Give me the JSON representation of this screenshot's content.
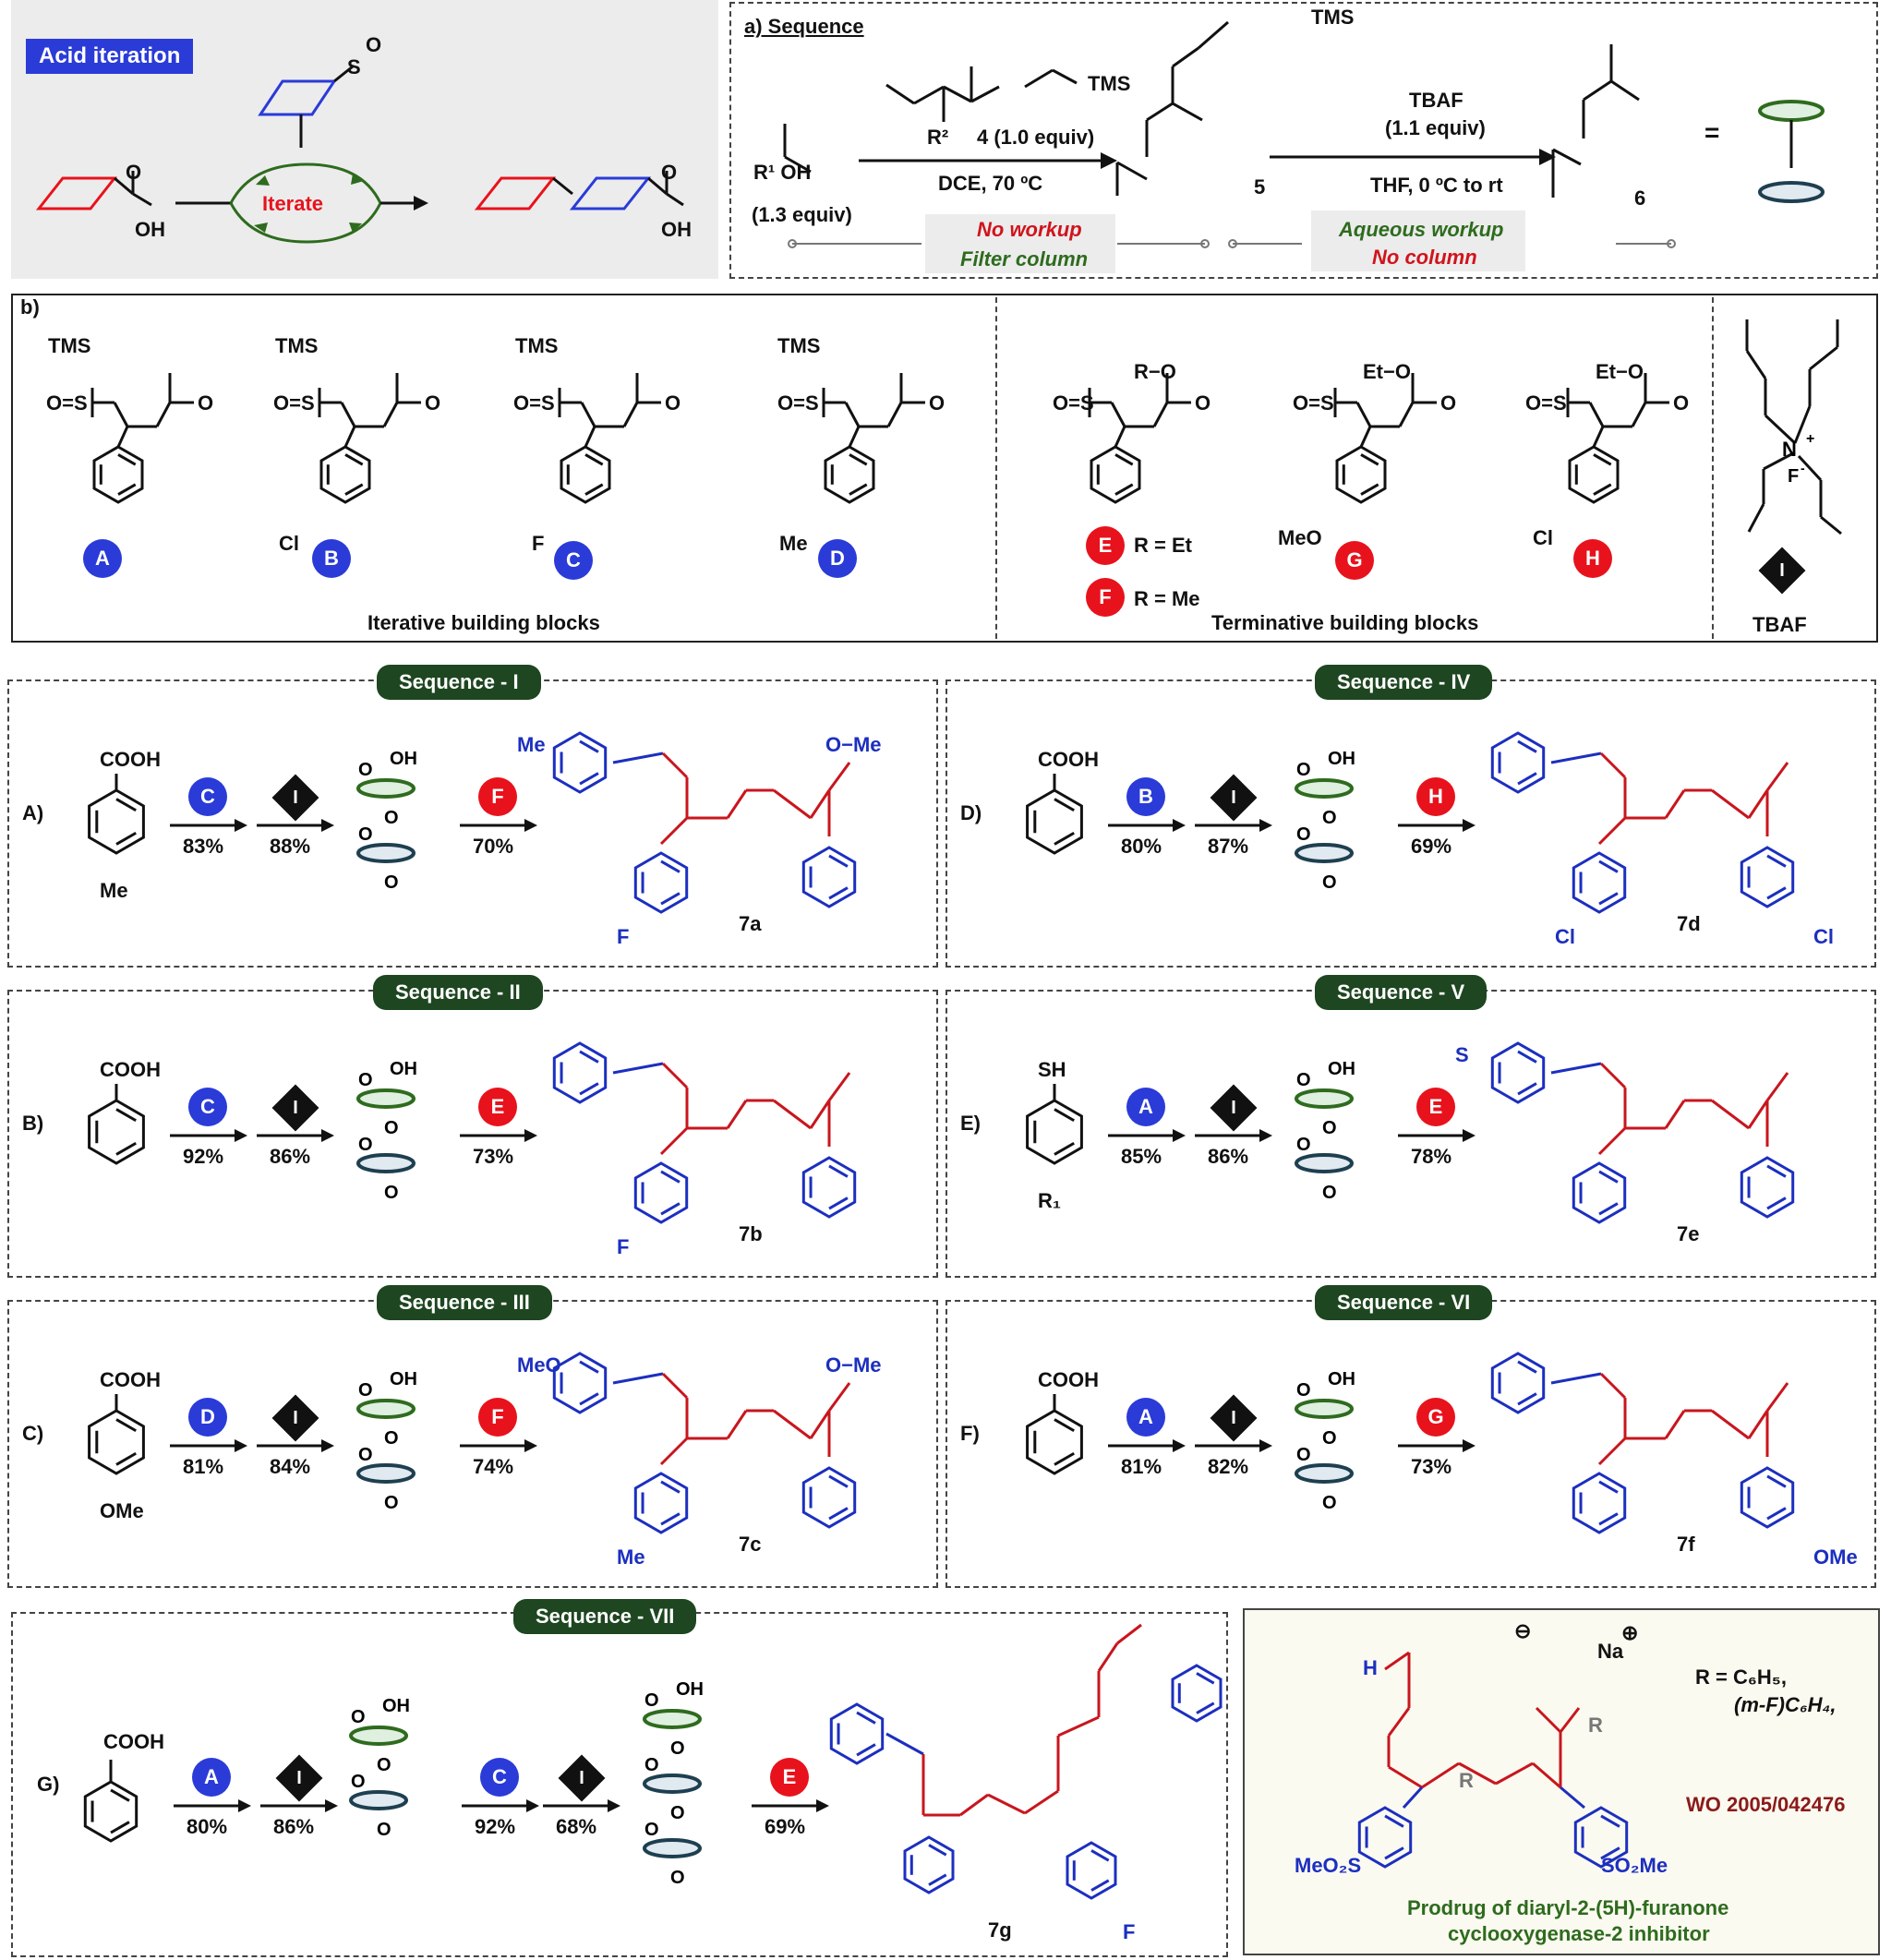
{
  "acid_iteration": {
    "title": "Acid iteration",
    "iterate_label": "Iterate",
    "oh": "OH",
    "o": "O",
    "s": "S"
  },
  "sequence_a": {
    "title": "a) Sequence",
    "r1oh": "R¹ OH",
    "equiv_acid": "(1.3 equiv)",
    "reagent4_label": "4  (1.0 equiv)",
    "reagent4_tms": "TMS",
    "reagent4_r2": "R²",
    "cond1": "DCE, 70 ºC",
    "cpd5": "5",
    "cpd5_tms": "TMS",
    "tbaf": "TBAF",
    "tbaf_equiv": "(1.1 equiv)",
    "cond2": "THF, 0 ºC to rt",
    "cpd6": "6",
    "no_workup": "No workup",
    "filter_column": "Filter column",
    "aqueous_workup": "Aqueous workup",
    "no_column": "No column",
    "equals": "="
  },
  "building_blocks": {
    "label": "b)",
    "iterative_caption": "Iterative building blocks",
    "terminative_caption": "Terminative building blocks",
    "tbaf_caption": "TBAF",
    "iterative": [
      {
        "letter": "A",
        "sub": ""
      },
      {
        "letter": "B",
        "sub": "Cl"
      },
      {
        "letter": "C",
        "sub": "F"
      },
      {
        "letter": "D",
        "sub": "Me"
      }
    ],
    "terminative": [
      {
        "letter": "E",
        "note": "R = Et"
      },
      {
        "letter": "F",
        "note": "R = Me"
      },
      {
        "letter": "G",
        "sub": "MeO"
      },
      {
        "letter": "H",
        "sub": "Cl"
      }
    ],
    "tbaf_letter": "I",
    "tms": "TMS",
    "oss": "O=S",
    "ro": "R−O",
    "eto": "Et−O"
  },
  "sequences": [
    {
      "pill": "Sequence - I",
      "row": "A)",
      "start_sub": "Me",
      "start_head": "COOH",
      "steps": [
        {
          "kind": "blue",
          "letter": "C",
          "yield": "83%"
        },
        {
          "kind": "black",
          "letter": "I",
          "yield": "88%"
        },
        {
          "kind": "red",
          "letter": "F",
          "yield": "70%"
        }
      ],
      "product": "7a",
      "ester": "O−Me",
      "left_sub": "Me",
      "aryl_sub": "F"
    },
    {
      "pill": "Sequence - II",
      "row": "B)",
      "start_sub": "",
      "start_head": "COOH",
      "steps": [
        {
          "kind": "blue",
          "letter": "C",
          "yield": "92%"
        },
        {
          "kind": "black",
          "letter": "I",
          "yield": "86%"
        },
        {
          "kind": "red",
          "letter": "E",
          "yield": "73%"
        }
      ],
      "product": "7b",
      "ester": "",
      "left_sub": "",
      "aryl_sub": "F"
    },
    {
      "pill": "Sequence - III",
      "row": "C)",
      "start_sub": "OMe",
      "start_head": "COOH",
      "steps": [
        {
          "kind": "blue",
          "letter": "D",
          "yield": "81%"
        },
        {
          "kind": "black",
          "letter": "I",
          "yield": "84%"
        },
        {
          "kind": "red",
          "letter": "F",
          "yield": "74%"
        }
      ],
      "product": "7c",
      "ester": "O−Me",
      "left_sub": "MeO",
      "aryl_sub": "Me"
    },
    {
      "pill": "Sequence - IV",
      "row": "D)",
      "start_sub": "",
      "start_head": "COOH",
      "steps": [
        {
          "kind": "blue",
          "letter": "B",
          "yield": "80%"
        },
        {
          "kind": "black",
          "letter": "I",
          "yield": "87%"
        },
        {
          "kind": "red",
          "letter": "H",
          "yield": "69%"
        }
      ],
      "product": "7d",
      "ester": "",
      "left_sub": "",
      "aryl_sub": "Cl",
      "aryl_sub2": "Cl"
    },
    {
      "pill": "Sequence - V",
      "row": "E)",
      "start_sub": "R₁",
      "start_head": "SH",
      "steps": [
        {
          "kind": "blue",
          "letter": "A",
          "yield": "85%"
        },
        {
          "kind": "black",
          "letter": "I",
          "yield": "86%"
        },
        {
          "kind": "red",
          "letter": "E",
          "yield": "78%"
        }
      ],
      "product": "7e",
      "ester": "",
      "left_sub": "S",
      "aryl_sub": ""
    },
    {
      "pill": "Sequence - VI",
      "row": "F)",
      "start_sub": "",
      "start_head": "COOH",
      "steps": [
        {
          "kind": "blue",
          "letter": "A",
          "yield": "81%"
        },
        {
          "kind": "black",
          "letter": "I",
          "yield": "82%"
        },
        {
          "kind": "red",
          "letter": "G",
          "yield": "73%"
        }
      ],
      "product": "7f",
      "ester": "",
      "left_sub": "",
      "aryl_sub": "",
      "aryl_sub2": "OMe"
    }
  ],
  "sequence_vii": {
    "pill": "Sequence - VII",
    "row": "G)",
    "start_head": "COOH",
    "steps": [
      {
        "kind": "blue",
        "letter": "A",
        "yield": "80%"
      },
      {
        "kind": "black",
        "letter": "I",
        "yield": "86%"
      },
      {
        "kind": "blue",
        "letter": "C",
        "yield": "92%"
      },
      {
        "kind": "black",
        "letter": "I",
        "yield": "68%"
      },
      {
        "kind": "red",
        "letter": "E",
        "yield": "69%"
      }
    ],
    "product": "7g",
    "aryl_sub": "F"
  },
  "prodrug": {
    "h": "H",
    "na": "Na",
    "plus": "⊕",
    "minus": "⊖",
    "r_def_1": "R = C₆H₅,",
    "r_def_2": "(m-F)C₆H₄,",
    "patent": "WO 2005/042476",
    "caption_1": "Prodrug of diaryl-2-(5H)-furanone",
    "caption_2": "cyclooxygenase-2 inhibitor",
    "meo2s": "MeO₂S",
    "so2me": "SO₂Me",
    "r": "R"
  },
  "colors": {
    "iterative": "#2a3bd8",
    "terminative": "#e8121c",
    "tbaf": "#111111",
    "pill": "#1e4620",
    "product_red": "#c8161e",
    "product_blue": "#1c2fbf",
    "workup_red": "#d0141c",
    "workup_green": "#2e6b1e"
  }
}
